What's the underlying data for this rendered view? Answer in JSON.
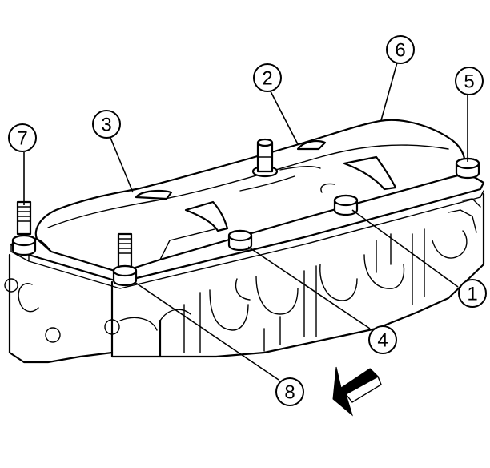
{
  "figure": {
    "subject": "engine-valve-cover-bolt-tightening-sequence",
    "callouts": [
      {
        "id": "c1",
        "label": "1"
      },
      {
        "id": "c2",
        "label": "2"
      },
      {
        "id": "c3",
        "label": "3"
      },
      {
        "id": "c4",
        "label": "4"
      },
      {
        "id": "c5",
        "label": "5"
      },
      {
        "id": "c6",
        "label": "6"
      },
      {
        "id": "c7",
        "label": "7"
      },
      {
        "id": "c8",
        "label": "8"
      }
    ],
    "front_arrow_icon": "view-direction-arrow-icon"
  }
}
